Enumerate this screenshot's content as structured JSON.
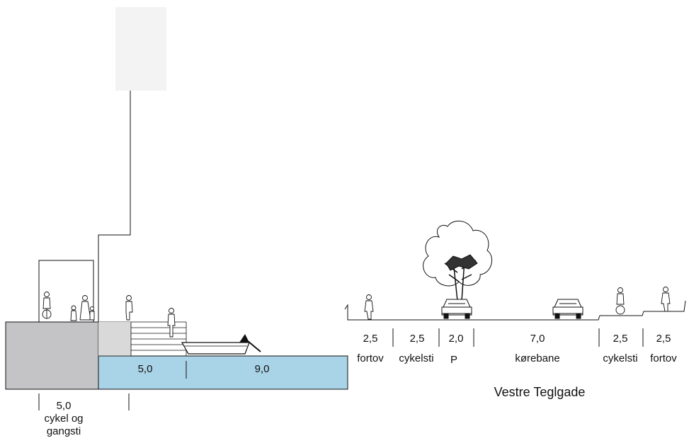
{
  "left_section": {
    "width": "5,0",
    "name_line1": "cykel og",
    "name_line2": "gangsti"
  },
  "canal": {
    "steps_width": "5,0",
    "water_width": "9,0"
  },
  "street": {
    "name": "Vestre Teglgade",
    "segments": [
      {
        "width": "2,5",
        "name": "fortov"
      },
      {
        "width": "2,5",
        "name": "cykelsti"
      },
      {
        "width": "2,0",
        "name": "P"
      },
      {
        "width": "7,0",
        "name": "kørebane"
      },
      {
        "width": "2,5",
        "name": "cykelsti"
      },
      {
        "width": "2,5",
        "name": "fortov"
      }
    ]
  },
  "colors": {
    "water": "#a9d3e6",
    "quay": "#c4c4c6",
    "building_top": "#f3f3f3",
    "line": "#111111"
  },
  "icons": [
    "cyclist-icon",
    "pedestrian-icon",
    "family-icon",
    "boat-icon",
    "tree-icon",
    "car-icon"
  ]
}
